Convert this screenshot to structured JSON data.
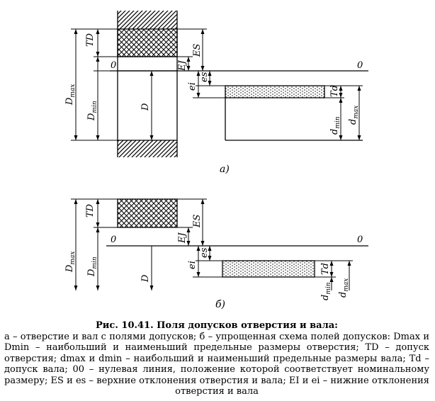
{
  "figure": {
    "panel_a": {
      "label": "a)",
      "hole_labels": {
        "TD": "TD",
        "Dmax": "D",
        "Dmax_sub": "max",
        "Dmin": "D",
        "Dmin_sub": "min",
        "D": "D",
        "ES": "ES",
        "EJ": "EJ",
        "ei": "ei",
        "es": "es",
        "zero_left": "0",
        "zero_right": "0"
      },
      "shaft_labels": {
        "Td": "Td",
        "dmin": "d",
        "dmin_sub": "min",
        "dmax": "d",
        "dmax_sub": "max"
      }
    },
    "panel_b": {
      "label": "б)",
      "hole_labels": {
        "TD": "TD",
        "Dmax": "D",
        "Dmax_sub": "max",
        "Dmin": "D",
        "Dmin_sub": "min",
        "D": "D",
        "ES": "ES",
        "EJ": "EJ",
        "ei": "ei",
        "es": "es",
        "zero_left": "0",
        "zero_right": "0"
      },
      "shaft_labels": {
        "Td": "Td",
        "dmin": "d",
        "dmin_sub": "min",
        "dmax": "d",
        "dmax_sub": "max"
      }
    }
  },
  "caption": {
    "title": "Рис. 10.41. Поля допусков отверстия и вала:",
    "text": "а – отверстие и вал с полями допусков; б – упрощенная схема полей допусков: Dmax и Dmin – наибольший и наименьший предельные размеры отверстия; TD – допуск отверстия; dmax и dmin – наибольший и наименьший предельные размеры вала; Td – допуск вала; 00 – нулевая линия, положение которой соответствует номинальному размеру; ES и es – верхние отклонения отверстия и вала; EI и ei – нижние отклонения отверстия и вала"
  }
}
